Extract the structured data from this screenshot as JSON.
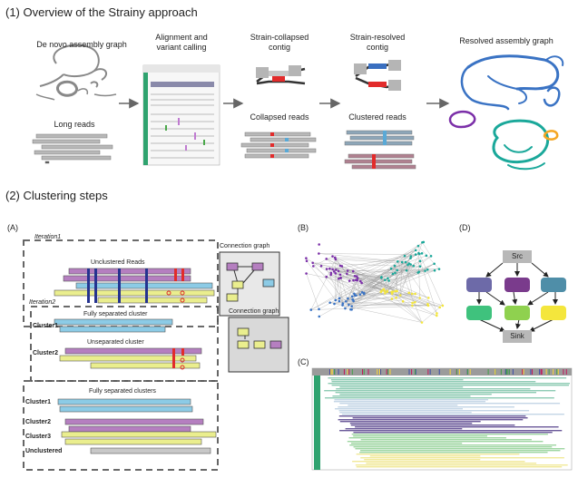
{
  "section1": {
    "title": "(1) Overview of the Strainy approach",
    "steps": {
      "denovo": "De novo assembly graph",
      "longreads": "Long reads",
      "alignment": "Alignment and\nvariant calling",
      "collapsed_contig": "Strain-collapsed\ncontig",
      "resolved_contig": "Strain-resolved\ncontig",
      "collapsed_reads": "Collapsed reads",
      "clustered_reads": "Clustered reads",
      "resolved_graph": "Resolved assembly graph"
    }
  },
  "section2": {
    "title": "(2) Clustering steps",
    "panelA": {
      "label": "(A)",
      "iteration1": "Iteration1",
      "iteration2": "Iteration2",
      "unclustered_reads": "Unclustered Reads",
      "fully_separated_cluster": "Fully separated cluster",
      "unseparated_cluster": "Unseparated cluster",
      "fully_separated_clusters": "Fully separated clusters",
      "connection_graph_1": "Connection graph",
      "connection_graph_2": "Connection graph",
      "cluster1_a": "Cluster1",
      "cluster2_a": "Cluster2",
      "cluster1_b": "Cluster1",
      "cluster2_b": "Cluster2",
      "cluster3_b": "Cluster3",
      "unclustered": "Unclustered"
    },
    "panelB": {
      "label": "(B)"
    },
    "panelC": {
      "label": "(C)"
    },
    "panelD": {
      "label": "(D)",
      "src": "Src",
      "sink": "Sink"
    }
  },
  "colors": {
    "purple": "#b57fc0",
    "blue": "#8ccbe6",
    "yellow": "#eaee8e",
    "red": "#e22b2b",
    "navy": "#25338f",
    "grey": "#b3b3b3",
    "green_strip": "#2fa36f",
    "graph_blue": "#3a73c4",
    "graph_teal": "#1aa89a",
    "graph_purple": "#7b2fa8",
    "graph_orange": "#f5a623",
    "d_slate": "#6d6aa8",
    "d_plum": "#7a3b8c",
    "d_teal": "#4f8ea8",
    "d_green": "#3fc27d",
    "d_lime": "#8fd14f",
    "d_yellow": "#f4e63c"
  }
}
